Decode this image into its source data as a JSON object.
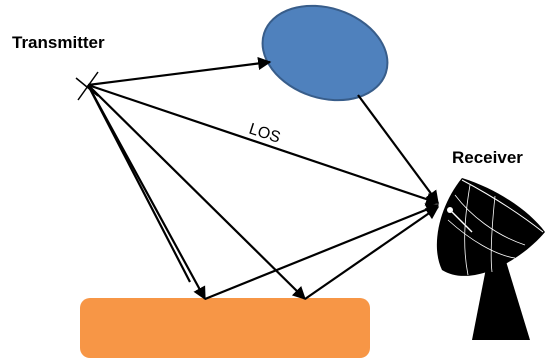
{
  "labels": {
    "transmitter": "Transmitter",
    "receiver": "Receiver",
    "los": "LOS"
  },
  "colors": {
    "scatterer_fill": "#4F81BD",
    "scatterer_stroke": "#385D8A",
    "ground_fill": "#F79646",
    "rays": "#000000",
    "dish": "#000000"
  },
  "icons": {
    "transmitter": "cross-antenna-icon",
    "receiver": "satellite-dish-icon"
  }
}
